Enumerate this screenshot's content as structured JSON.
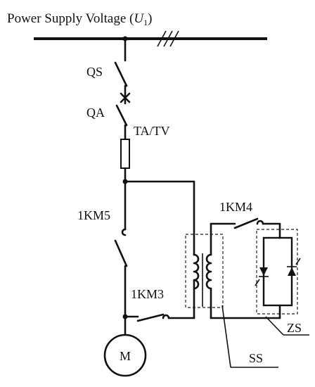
{
  "title_prefix": "Power Supply Voltage (",
  "title_symbol": "U",
  "title_subscript": "1",
  "title_suffix": ")",
  "labels": {
    "qs": "QS",
    "qa": "QA",
    "tatv": "TA/TV",
    "km5": "1KM5",
    "km4": "1KM4",
    "km3": "1KM3",
    "motor": "M",
    "zs": "ZS",
    "ss": "SS"
  }
}
